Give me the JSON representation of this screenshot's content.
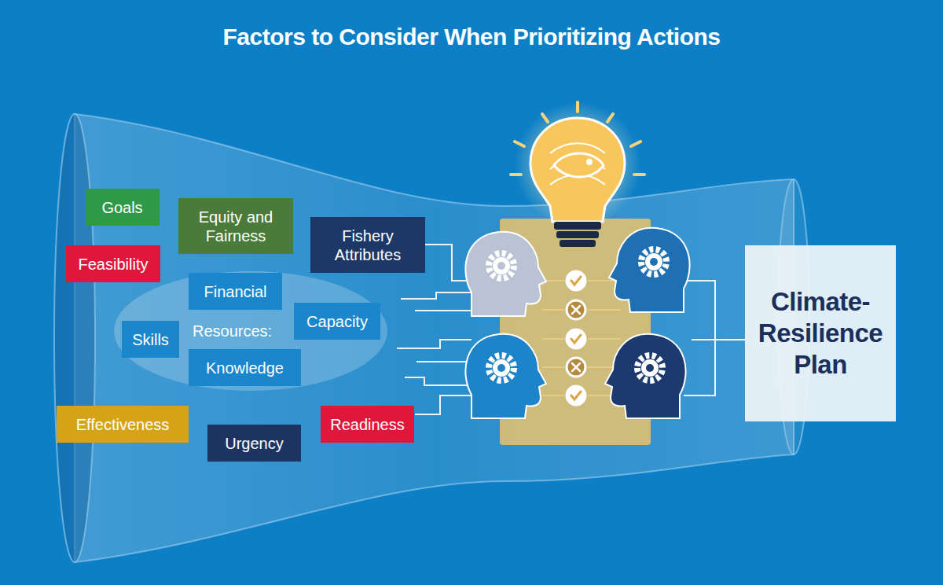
{
  "diagram": {
    "title": "Factors to Consider When Prioritizing Actions",
    "nodes": [
      {
        "text": [
          "Goals"
        ]
      },
      {
        "text": [
          "Equity and Fairness"
        ]
      },
      {
        "text": [
          "Fishery Attributes"
        ]
      },
      {
        "text": [
          "Feasibility"
        ]
      },
      {
        "text": [
          "Resources:"
        ]
      },
      {
        "text": [
          "Financial"
        ],
        "in": 4
      },
      {
        "text": [
          "Skills"
        ],
        "in": 4
      },
      {
        "text": [
          "Capacity"
        ],
        "in": 4
      },
      {
        "text": [
          "Knowledge"
        ],
        "in": 4
      },
      {
        "text": [
          "Effectiveness"
        ]
      },
      {
        "text": [
          "Urgency"
        ]
      },
      {
        "text": [
          "Readiness"
        ]
      },
      {
        "text": [
          "Climate- Resilience Plan"
        ]
      }
    ]
  }
}
